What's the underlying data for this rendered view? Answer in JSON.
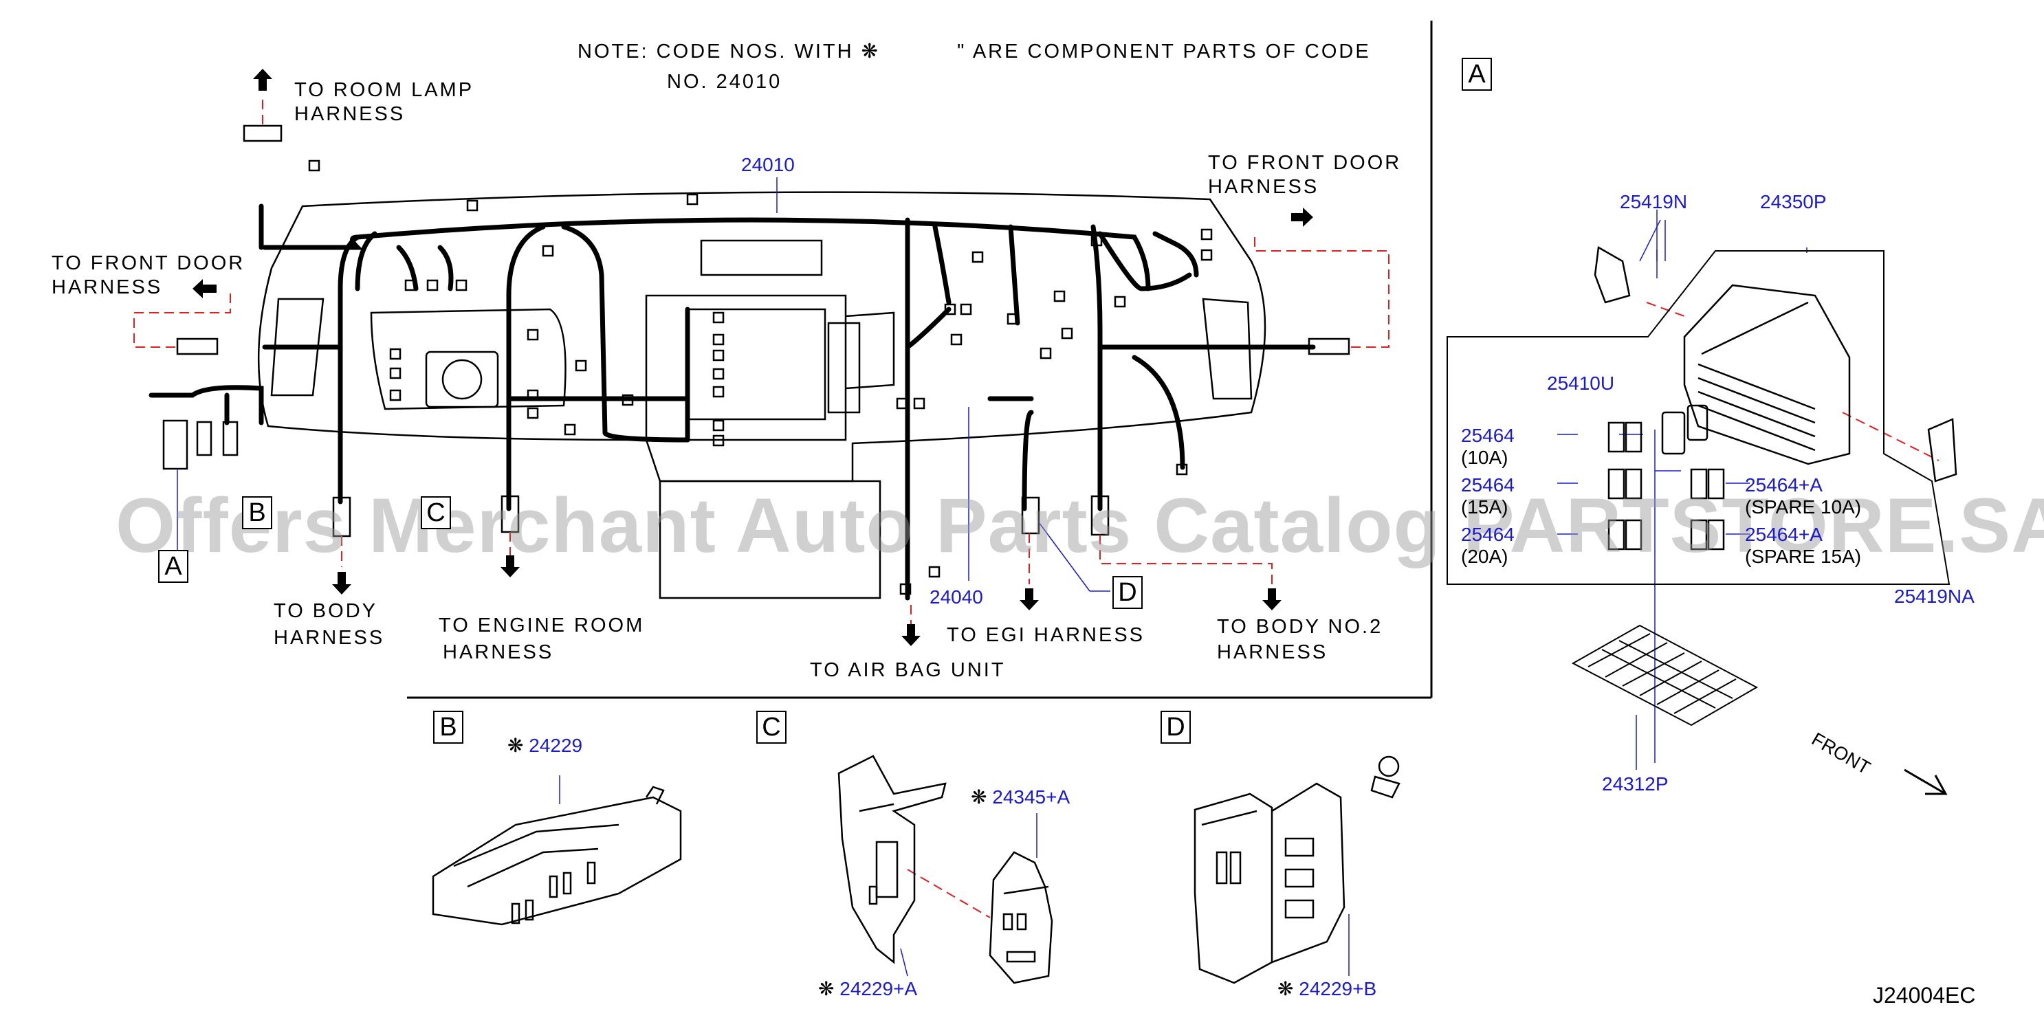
{
  "note": {
    "line1_before": "NOTE:  CODE  NOS.  WITH",
    "symbol": "❋",
    "line1_after": "\"  ARE  COMPONENT  PARTS  OF  CODE",
    "line2": "NO.  24010"
  },
  "destinations": {
    "room_lamp": [
      "TO  ROOM  LAMP",
      "HARNESS"
    ],
    "front_door_left": [
      "TO  FRONT  DOOR",
      "HARNESS"
    ],
    "front_door_right": [
      "TO  FRONT  DOOR",
      "HARNESS"
    ],
    "body": [
      "TO  BODY",
      "HARNESS"
    ],
    "engine_room": [
      "TO  ENGINE  ROOM",
      "HARNESS"
    ],
    "air_bag": "TO  AIR  BAG  UNIT",
    "egi": "TO  EGI  HARNESS",
    "body_no2": [
      "TO  BODY  NO.2",
      "HARNESS"
    ]
  },
  "main_codes": {
    "harness": "24010",
    "sub_harness": "24040"
  },
  "section_letters": {
    "a": "A",
    "b": "B",
    "c": "C",
    "d": "D"
  },
  "fuse_box": {
    "clip_n": "25419N",
    "box": "24350P",
    "relay": "25410U",
    "fuses": [
      {
        "code": "25464",
        "rating": "(10A)"
      },
      {
        "code": "25464",
        "rating": "(15A)"
      },
      {
        "code": "25464",
        "rating": "(20A)"
      }
    ],
    "spares": [
      {
        "code": "25464+A",
        "rating": "(SPARE  10A)"
      },
      {
        "code": "25464+A",
        "rating": "(SPARE  15A)"
      }
    ],
    "clip_na": "25419NA",
    "label_card": "24312P",
    "front": "FRONT"
  },
  "detail_b": {
    "code": "24229"
  },
  "detail_c": {
    "code_top": "24345+A",
    "code_bottom": "24229+A"
  },
  "detail_d": {
    "code": "24229+B"
  },
  "diagram_id": "J24004EC",
  "watermark": "Offers Merchant Auto Parts Catalog PARTSTORE.SA"
}
